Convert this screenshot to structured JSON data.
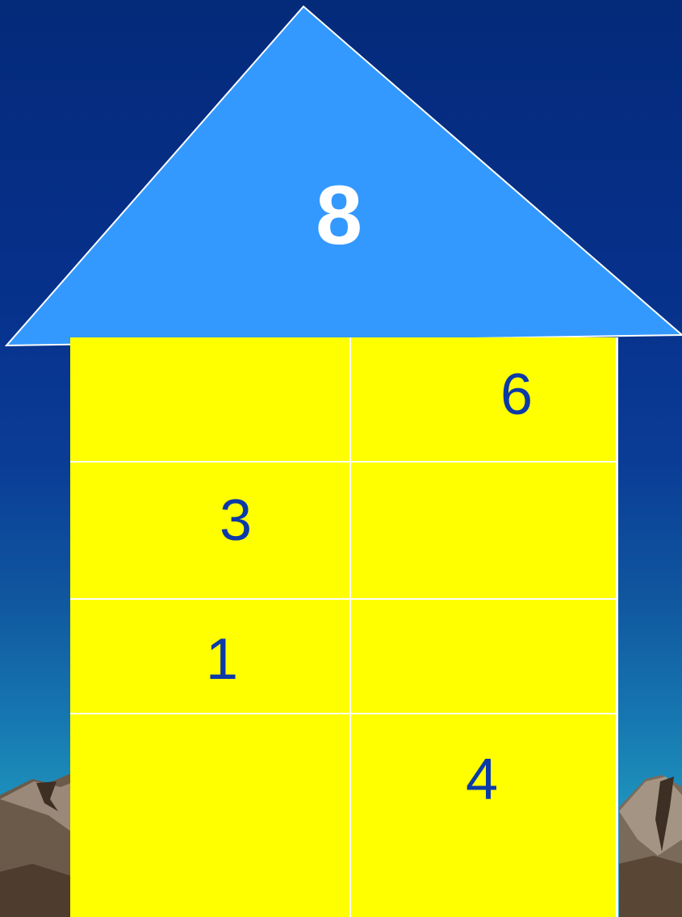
{
  "roof": {
    "number": "8",
    "color": "#3399ff"
  },
  "corner_mark": {
    "text": "\"",
    "color": "#e020e0"
  },
  "house": {
    "color": "#ffff00",
    "rows": [
      {
        "left": "",
        "right": "6"
      },
      {
        "left": "3",
        "right": ""
      },
      {
        "left": "1",
        "right": ""
      },
      {
        "left": "",
        "right": "4"
      }
    ]
  }
}
